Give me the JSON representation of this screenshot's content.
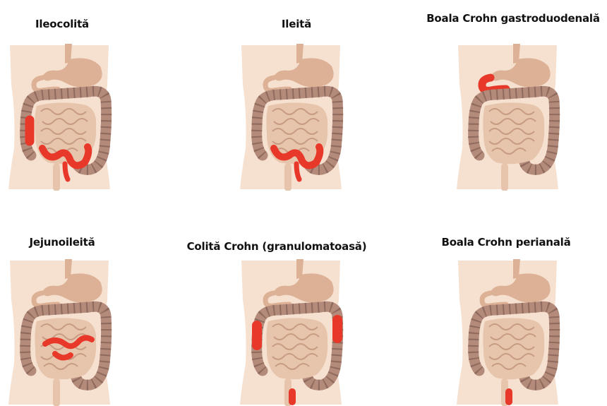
{
  "panels": [
    {
      "label": "Ileocolită",
      "affected": [
        "terminal-ileum",
        "cecum"
      ]
    },
    {
      "label": "Ileită",
      "affected": [
        "terminal-ileum"
      ]
    },
    {
      "label": "Boala Crohn gastroduodenală",
      "affected": [
        "duodenum"
      ]
    },
    {
      "label": "Jejunoileită",
      "affected": [
        "jejunum",
        "ileum"
      ]
    },
    {
      "label": "Colită Crohn (granulomatoasă)",
      "affected": [
        "ascending-colon",
        "descending-colon",
        "rectum"
      ]
    },
    {
      "label": "Boala Crohn perianală",
      "affected": [
        "perianal"
      ]
    }
  ],
  "colors": {
    "skin": "#f6e1d0",
    "stomach": "#ddb196",
    "small_intestine": "#e7c5ac",
    "small_intestine_lines": "#c79c82",
    "colon": "#b48a7a",
    "colon_dark": "#8f6a5e",
    "inflamed": "#e8382a"
  }
}
